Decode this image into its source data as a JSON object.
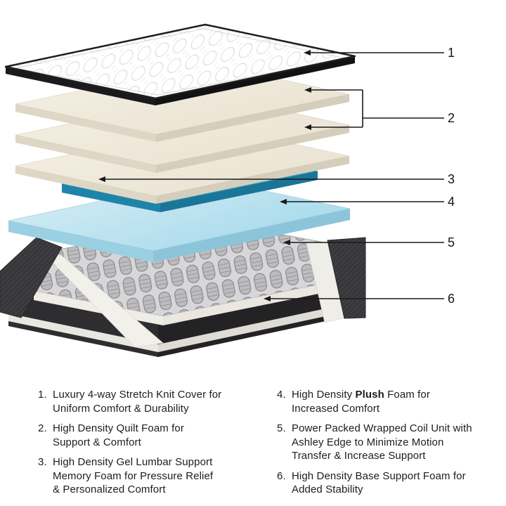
{
  "colors": {
    "gel_teal": "#2EA6CB",
    "foam_blue": "#BFE3F0",
    "cover_edge_black": "#1B1B1D",
    "text": "#1D1D1F"
  },
  "diagram": {
    "callout_numbers": [
      "1",
      "2",
      "3",
      "4",
      "5",
      "6"
    ]
  },
  "legend": {
    "items_left": [
      {
        "num": "1.",
        "text": "Luxury 4-way Stretch Knit Cover for\nUniform Comfort & Durability"
      },
      {
        "num": "2.",
        "text": "High Density Quilt Foam for\nSupport & Comfort"
      },
      {
        "num": "3.",
        "text": "High Density Gel Lumbar Support\nMemory Foam for Pressure Relief\n& Personalized Comfort"
      }
    ],
    "items_right": [
      {
        "num": "4.",
        "text_before": "High Density ",
        "text_bold": "Plush",
        "text_after": " Foam for\nIncreased Comfort"
      },
      {
        "num": "5.",
        "text": "Power Packed Wrapped Coil Unit with\nAshley Edge to Minimize Motion\nTransfer & Increase Support"
      },
      {
        "num": "6.",
        "text": "High Density Base Support Foam for\nAdded Stability"
      }
    ]
  }
}
